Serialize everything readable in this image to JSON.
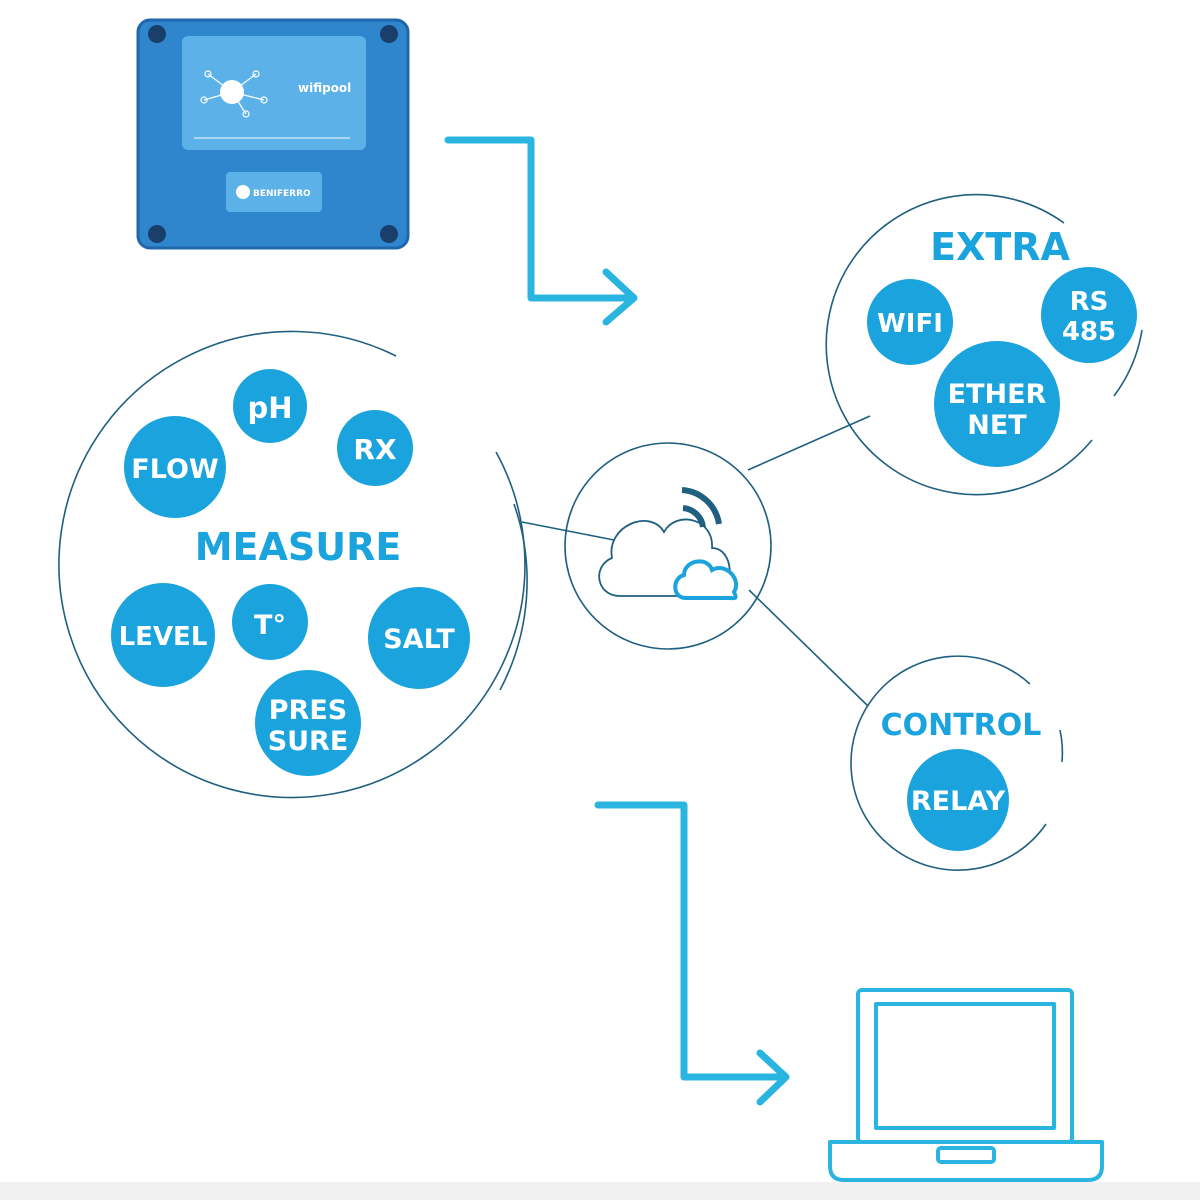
{
  "colors": {
    "bubble": "#1ba3dd",
    "line": "#1f5f80",
    "arrow": "#2ab4e0",
    "device": "#2f86cd",
    "device_dark": "#1f66ad",
    "signal": "#1f5f80"
  },
  "device": {
    "brand": "wifipool",
    "maker": "BENIFERRO"
  },
  "measure": {
    "title": "MEASURE",
    "items": {
      "ph": "pH",
      "rx": "RX",
      "flow": "FLOW",
      "level": "LEVEL",
      "temp": "T°",
      "salt": "SALT",
      "pressure_1": "PRES",
      "pressure_2": "SURE"
    }
  },
  "extra": {
    "title": "EXTRA",
    "items": {
      "wifi": "WIFI",
      "rs_1": "RS",
      "rs_2": "485",
      "eth_1": "ETHER",
      "eth_2": "NET"
    }
  },
  "control": {
    "title": "CONTROL",
    "items": {
      "relay": "RELAY"
    }
  },
  "icons": {
    "cloud": "cloud-icon",
    "laptop": "laptop-icon",
    "signal": "wifi-signal-icon"
  }
}
